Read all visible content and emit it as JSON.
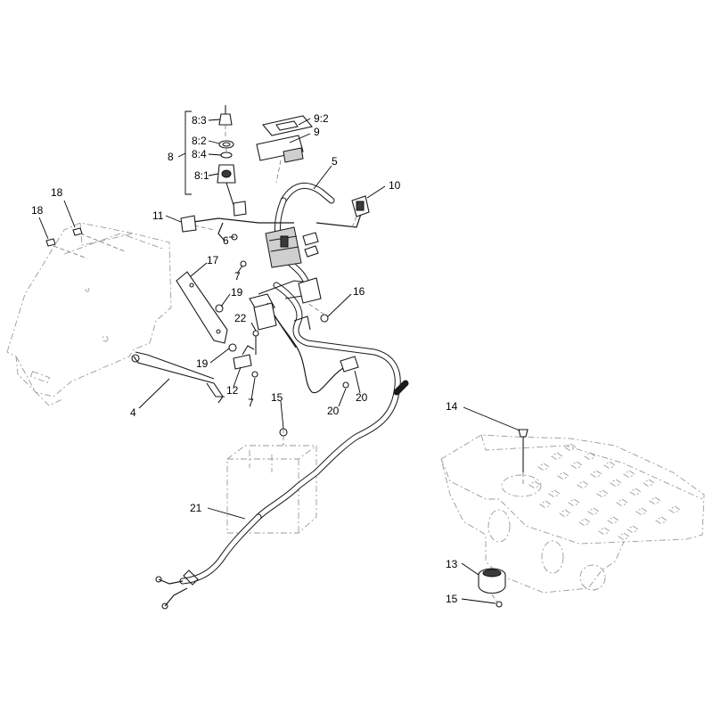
{
  "diagram": {
    "callouts": [
      {
        "id": "c-8-3",
        "text": "8:3"
      },
      {
        "id": "c-8-2",
        "text": "8:2"
      },
      {
        "id": "c-8-4",
        "text": "8:4"
      },
      {
        "id": "c-8-1",
        "text": "8:1"
      },
      {
        "id": "c-8",
        "text": "8"
      },
      {
        "id": "c-9-2",
        "text": "9:2"
      },
      {
        "id": "c-9",
        "text": "9"
      },
      {
        "id": "c-5",
        "text": "5"
      },
      {
        "id": "c-10",
        "text": "10"
      },
      {
        "id": "c-18a",
        "text": "18"
      },
      {
        "id": "c-18b",
        "text": "18"
      },
      {
        "id": "c-11",
        "text": "11"
      },
      {
        "id": "c-6",
        "text": "6"
      },
      {
        "id": "c-7a",
        "text": "7"
      },
      {
        "id": "c-17",
        "text": "17"
      },
      {
        "id": "c-19a",
        "text": "19"
      },
      {
        "id": "c-16",
        "text": "16"
      },
      {
        "id": "c-22",
        "text": "22"
      },
      {
        "id": "c-19b",
        "text": "19"
      },
      {
        "id": "c-12",
        "text": "12"
      },
      {
        "id": "c-7b",
        "text": "7"
      },
      {
        "id": "c-4",
        "text": "4"
      },
      {
        "id": "c-15a",
        "text": "15"
      },
      {
        "id": "c-20a",
        "text": "20"
      },
      {
        "id": "c-20b",
        "text": "20"
      },
      {
        "id": "c-14",
        "text": "14"
      },
      {
        "id": "c-21",
        "text": "21"
      },
      {
        "id": "c-13",
        "text": "13"
      },
      {
        "id": "c-15b",
        "text": "15"
      }
    ]
  }
}
